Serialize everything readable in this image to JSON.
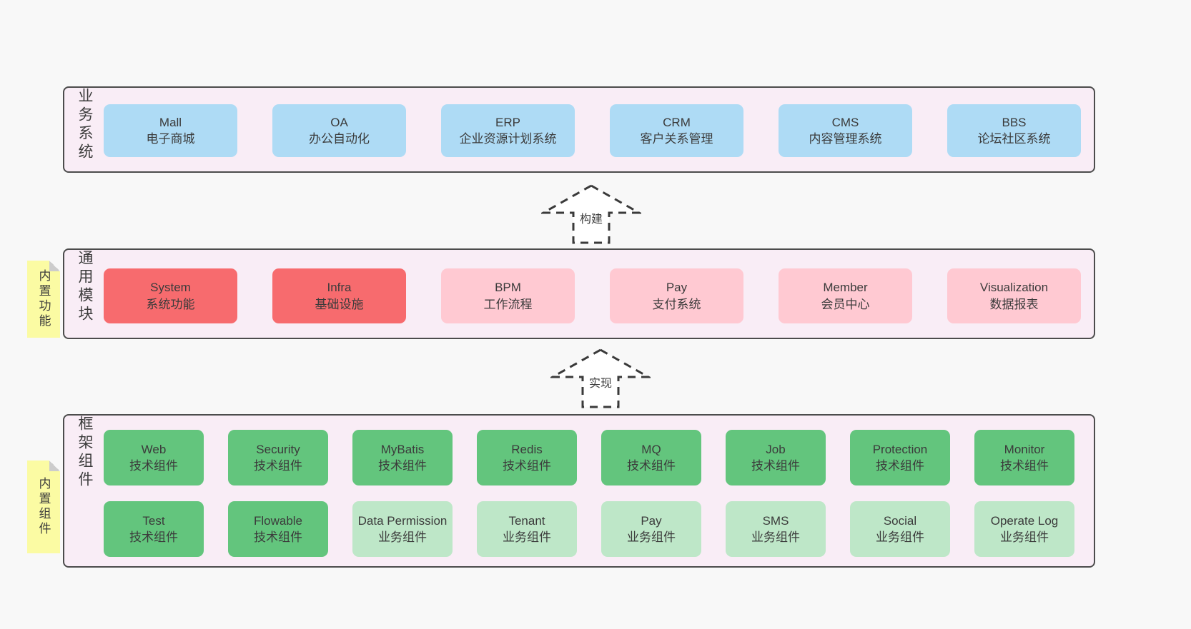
{
  "colors": {
    "page_bg": "#f8f8f8",
    "band_bg": "#f9edf6",
    "band_border": "#4c4c4c",
    "blue_box": "#aedbf5",
    "red_box": "#f76b6e",
    "pink_box": "#ffc9d2",
    "green_box": "#63c57d",
    "light_green_box": "#bee7c8",
    "yellow_tag": "#fbfba3",
    "text": "#3b3b3b"
  },
  "arrows": {
    "build": "构建",
    "implement": "实现"
  },
  "business": {
    "label": "业务系统",
    "boxes": [
      {
        "en": "Mall",
        "zh": "电子商城"
      },
      {
        "en": "OA",
        "zh": "办公自动化"
      },
      {
        "en": "ERP",
        "zh": "企业资源计划系统"
      },
      {
        "en": "CRM",
        "zh": "客户关系管理"
      },
      {
        "en": "CMS",
        "zh": "内容管理系统"
      },
      {
        "en": "BBS",
        "zh": "论坛社区系统"
      }
    ]
  },
  "modules": {
    "label": "通用模块",
    "tag": "内置功能",
    "boxes": [
      {
        "en": "System",
        "zh": "系统功能"
      },
      {
        "en": "Infra",
        "zh": "基础设施"
      },
      {
        "en": "BPM",
        "zh": "工作流程"
      },
      {
        "en": "Pay",
        "zh": "支付系统"
      },
      {
        "en": "Member",
        "zh": "会员中心"
      },
      {
        "en": "Visualization",
        "zh": "数据报表"
      }
    ]
  },
  "framework": {
    "label": "框架组件",
    "tag": "内置组件",
    "row1": [
      {
        "en": "Web",
        "zh": "技术组件"
      },
      {
        "en": "Security",
        "zh": "技术组件"
      },
      {
        "en": "MyBatis",
        "zh": "技术组件"
      },
      {
        "en": "Redis",
        "zh": "技术组件"
      },
      {
        "en": "MQ",
        "zh": "技术组件"
      },
      {
        "en": "Job",
        "zh": "技术组件"
      },
      {
        "en": "Protection",
        "zh": "技术组件"
      },
      {
        "en": "Monitor",
        "zh": "技术组件"
      }
    ],
    "row2": [
      {
        "en": "Test",
        "zh": "技术组件"
      },
      {
        "en": "Flowable",
        "zh": "技术组件"
      },
      {
        "en": "Data Permission",
        "zh": "业务组件"
      },
      {
        "en": "Tenant",
        "zh": "业务组件"
      },
      {
        "en": "Pay",
        "zh": "业务组件"
      },
      {
        "en": "SMS",
        "zh": "业务组件"
      },
      {
        "en": "Social",
        "zh": "业务组件"
      },
      {
        "en": "Operate Log",
        "zh": "业务组件"
      }
    ]
  }
}
